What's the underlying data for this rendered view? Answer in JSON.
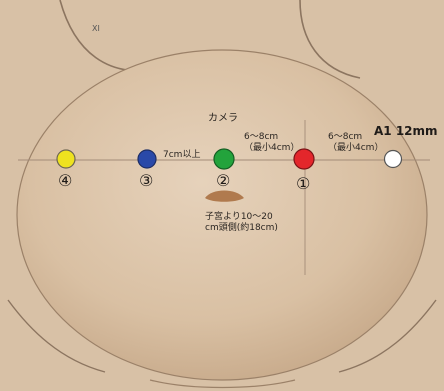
{
  "image_label": "XI",
  "camera_label": "カメラ",
  "ports": [
    {
      "number": "①",
      "color": "#e3262b"
    },
    {
      "number": "②",
      "color": "#23a33c"
    },
    {
      "number": "③",
      "color": "#2a49a8"
    },
    {
      "number": "④",
      "color": "#eee21f"
    }
  ],
  "assist_port": {
    "label": "A1 12mm",
    "color": "#ffffff"
  },
  "distances": {
    "port1_to_assist": [
      "6～8cm",
      "（最小4cm）"
    ],
    "port2_to_port1": [
      "6～8cm",
      "（最小4cm）"
    ],
    "port3_to_port2": "7cm以上"
  },
  "uterus_note": [
    "子宮より10～20",
    "cm頭側(約18cm)"
  ],
  "colors": {
    "skin": "#dcc4a8",
    "skin_shadow": "#c9ad8e",
    "background": "#f3ede6",
    "outline": "#8c7560",
    "uterus": "#b07a4e"
  }
}
